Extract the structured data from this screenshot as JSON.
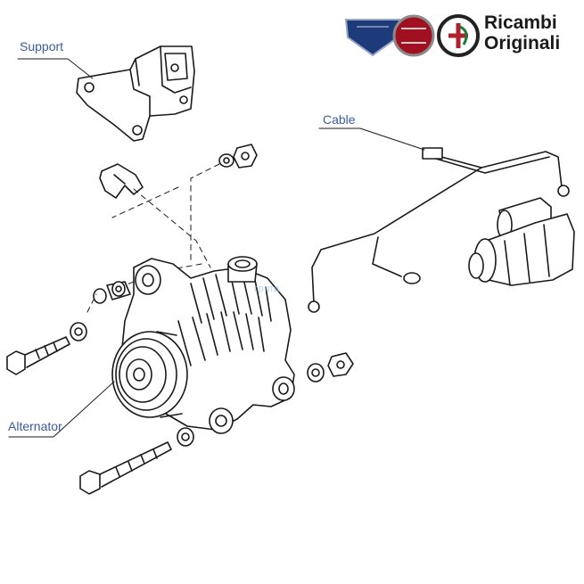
{
  "labels": {
    "support": "Support",
    "cable": "Cable",
    "alternator": "Alternator"
  },
  "brand": {
    "line1": "Ricambi",
    "line2": "Originali",
    "logos": [
      "lancia-logo",
      "fiat-logo",
      "alfa-romeo-logo"
    ]
  },
  "watermark": "rpma",
  "colors": {
    "label": "#3b5aa0",
    "lancia_blue": "#1d3b7a",
    "fiat_red": "#a01020",
    "alfa_red": "#b0202a",
    "alfa_green": "#1e7a3a"
  }
}
